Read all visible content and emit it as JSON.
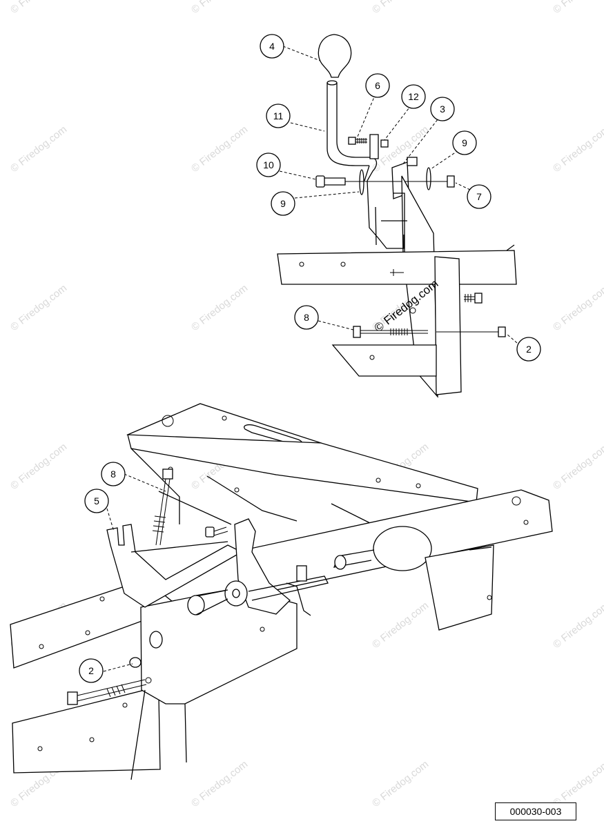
{
  "drawing_id": "000030-003",
  "watermark_text": "© Firedog.com",
  "callouts_upper": [
    "4",
    "6",
    "12",
    "3",
    "11",
    "9",
    "10",
    "7",
    "9",
    "8",
    "2"
  ],
  "callouts_lower": [
    "8",
    "5",
    "2"
  ]
}
